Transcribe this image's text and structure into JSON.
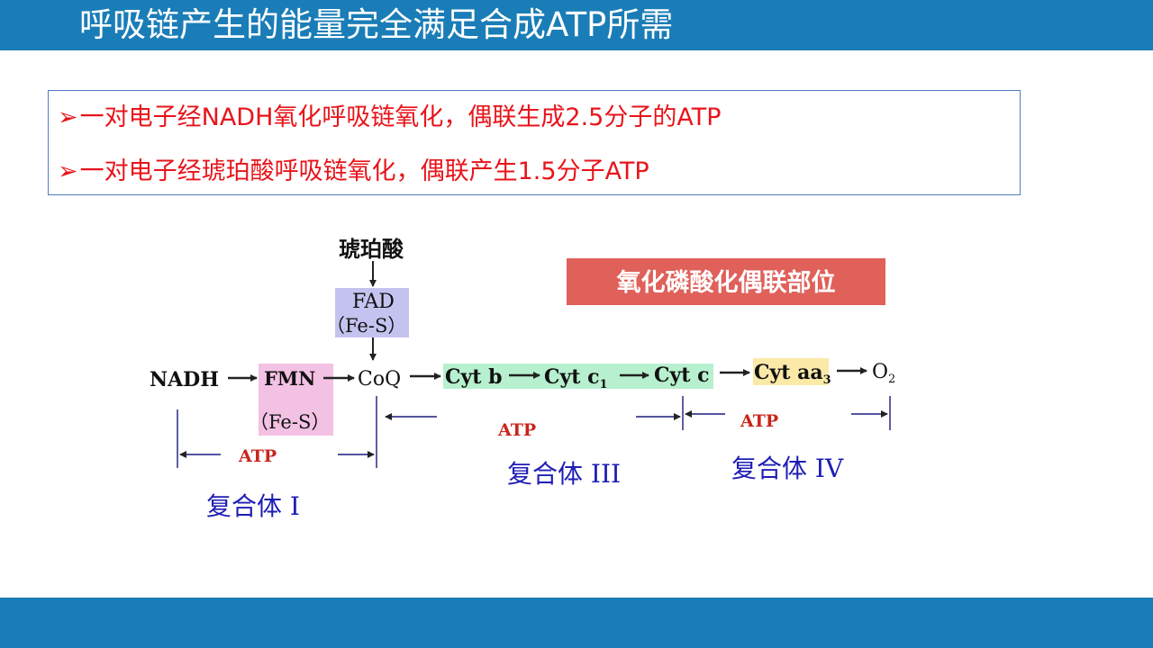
{
  "header": {
    "title": "呼吸链产生的能量完全满足合成ATP所需"
  },
  "bullets": {
    "marker": "➢",
    "items": [
      "一对电子经NADH氧化呼吸链氧化，偶联生成2.5分子的ATP",
      "一对电子经琥珀酸呼吸链氧化，偶联产生1.5分子ATP"
    ]
  },
  "diagram": {
    "succinate": "琥珀酸",
    "fad": "FAD",
    "fad_fes": "（Fe-S）",
    "nadh": "NADH",
    "fmn": "FMN",
    "fmn_fes": "（Fe-S）",
    "coq": "CoQ",
    "cyt_b": "Cyt b",
    "cyt_c1": "Cyt c",
    "cyt_c1_sub": "1",
    "cyt_c": "Cyt c",
    "cyt_aa3": "Cyt aa",
    "cyt_aa3_sub": "3",
    "o2": "O",
    "o2_sub": "2",
    "atp_1": "ATP",
    "atp_2": "ATP",
    "atp_3": "ATP",
    "complex_1": "复合体 I",
    "complex_3": "复合体 III",
    "complex_4": "复合体 IV",
    "legend_badge": "氧化磷酸化偶联部位"
  },
  "colors": {
    "header_bar": "#1a7db7",
    "bullet_text": "#e8141b",
    "fad_box": "#c4c3f0",
    "fmn_box": "#f3c1e4",
    "cyt_band": "#b7f0cf",
    "aa3_box": "#fbe9a8",
    "atp_text": "#c8251d",
    "complex_label": "#1e1eb4",
    "badge_bg": "#e0605a"
  }
}
